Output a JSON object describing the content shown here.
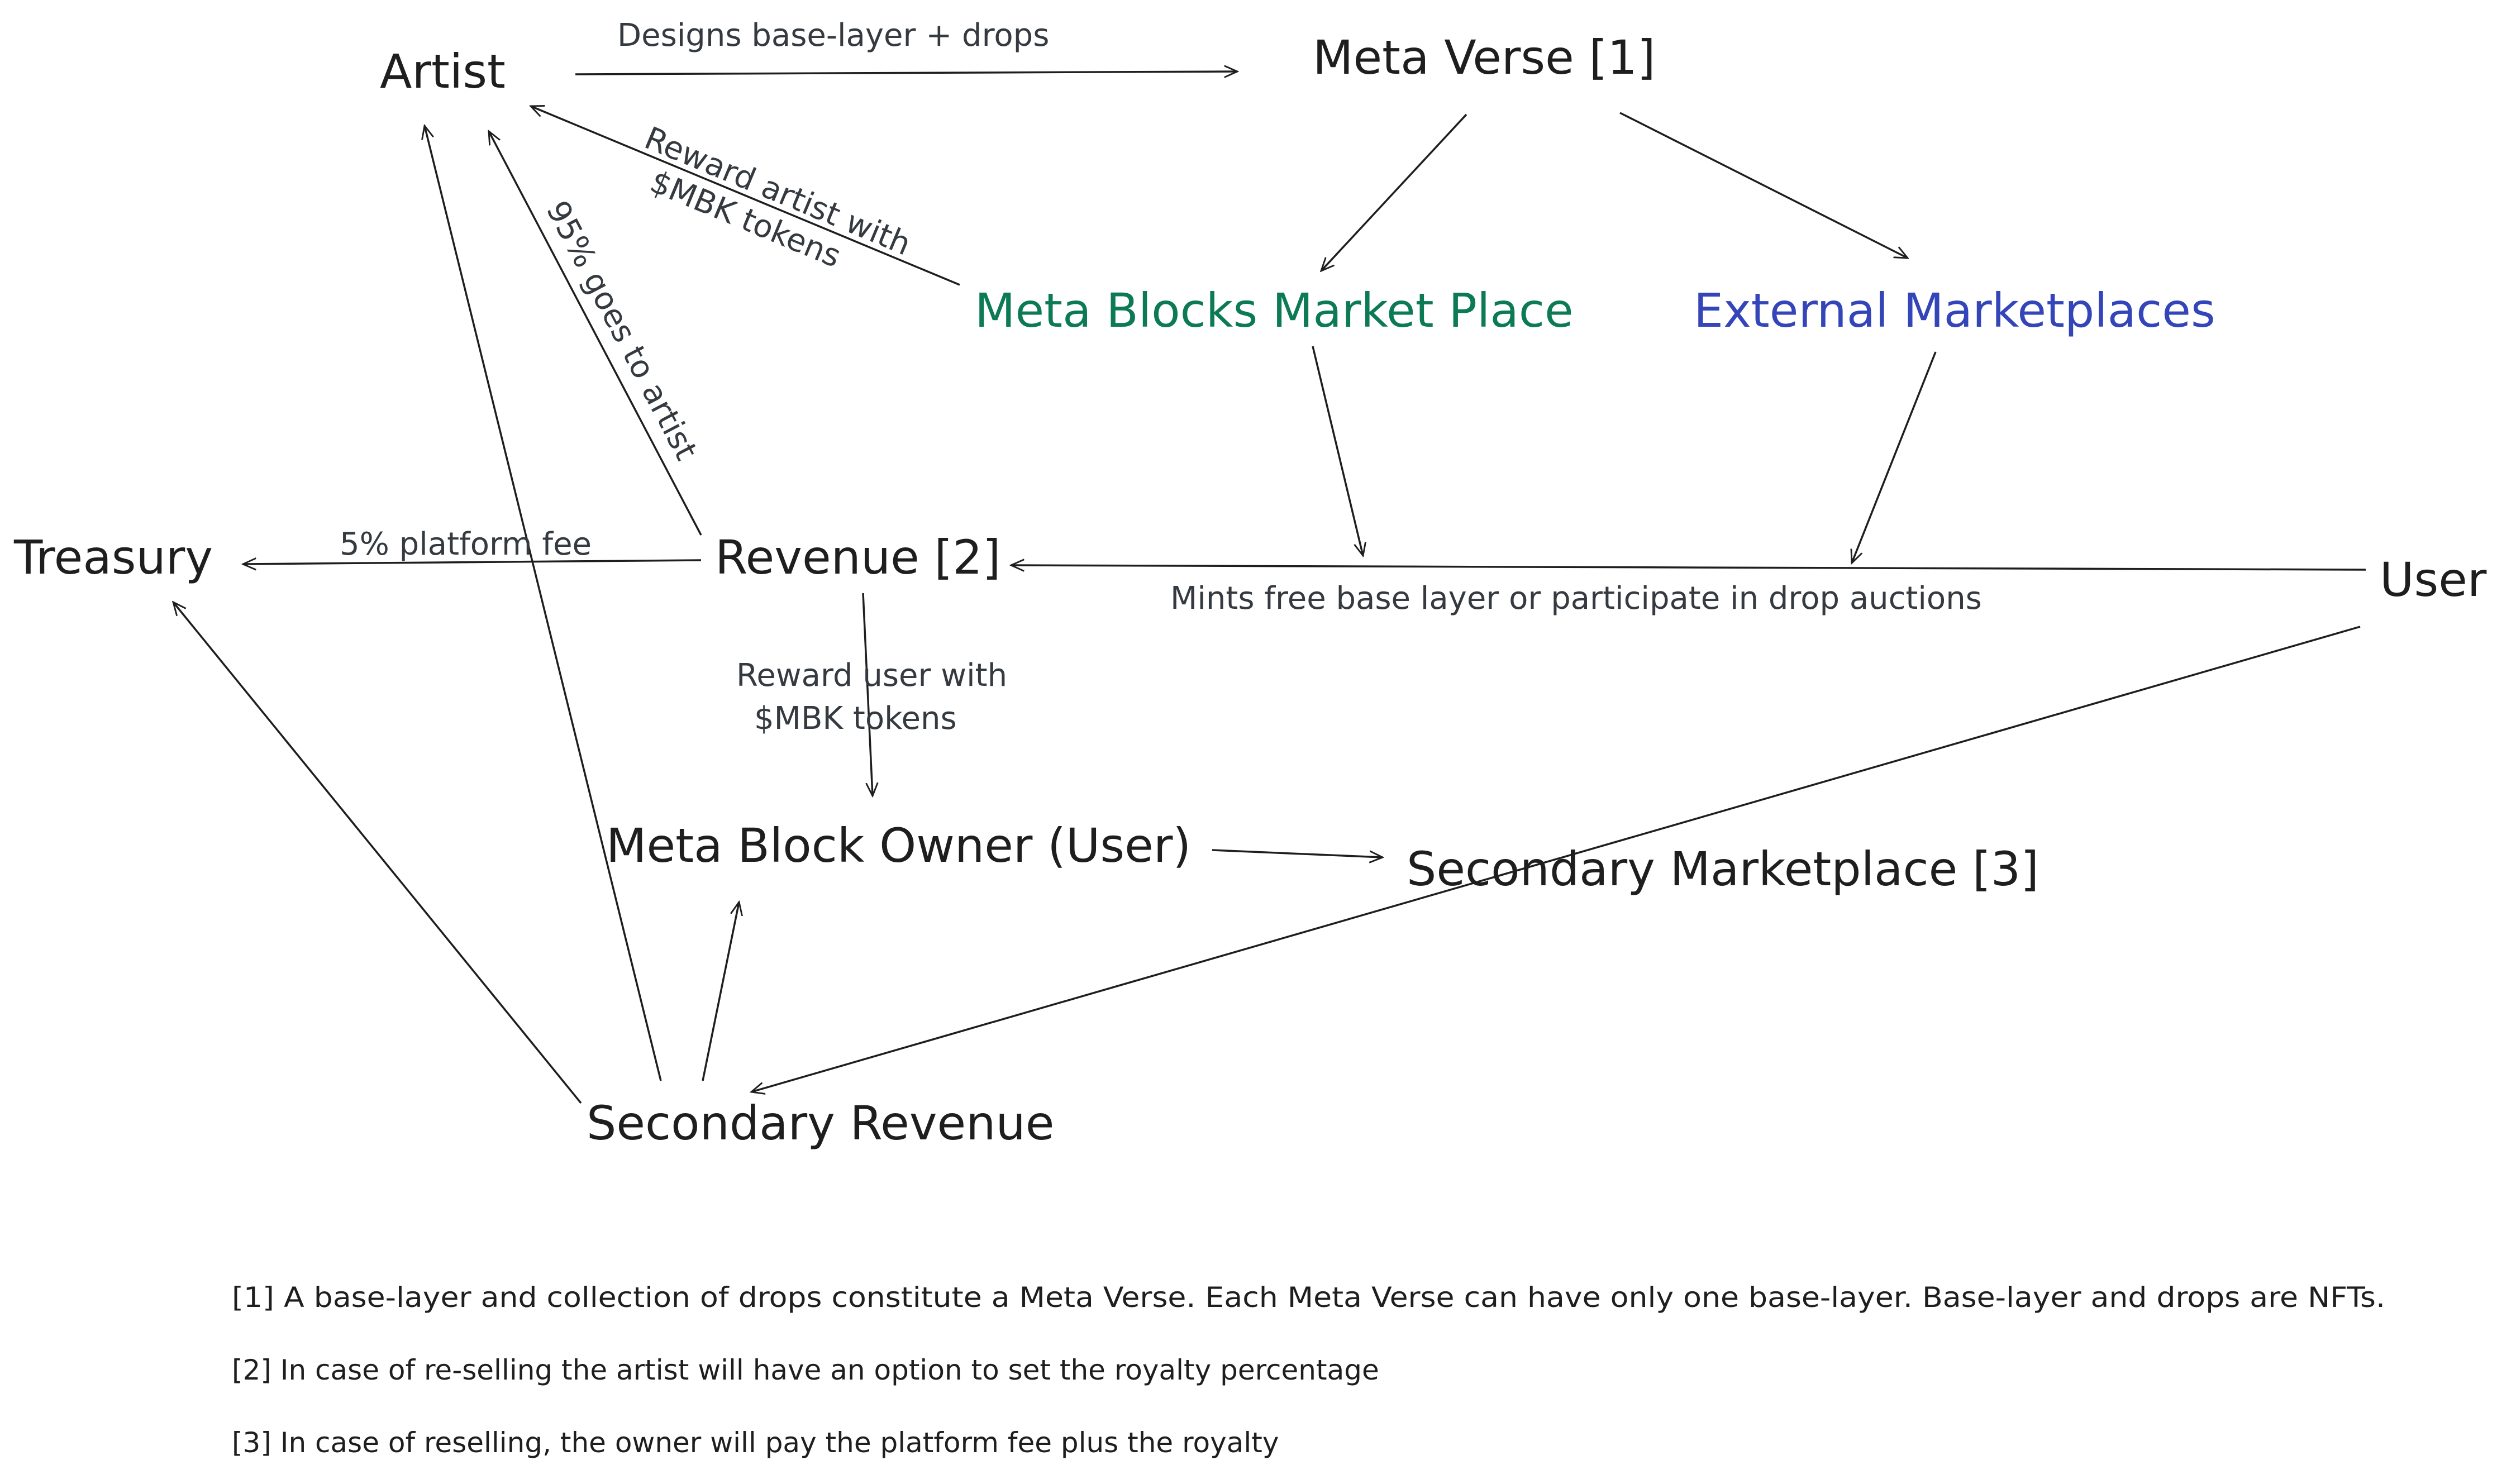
{
  "nodes": {
    "artist": "Artist",
    "meta_verse": "Meta Verse [1]",
    "meta_blocks_market": "Meta Blocks Market Place",
    "external_marketplaces": "External Marketplaces",
    "treasury": "Treasury",
    "revenue": "Revenue [2]",
    "user": "User",
    "meta_block_owner": "Meta Block Owner (User)",
    "secondary_marketplace": "Secondary Marketplace [3]",
    "secondary_revenue": "Secondary Revenue"
  },
  "edge_labels": {
    "designs": "Designs base-layer + drops",
    "reward_artist_1": "Reward artist with",
    "reward_artist_2": "$MBK tokens",
    "goes_to_artist": "95% goes to artist",
    "platform_fee": "5% platform fee",
    "mints": "Mints free base layer or participate in drop auctions",
    "reward_user_1": "Reward user with",
    "reward_user_2": "$MBK  tokens"
  },
  "notes": [
    "[1] A base-layer and collection of drops constitute a Meta Verse. Each Meta Verse can have only one base-layer. Base-layer and drops are NFTs.",
    "[2] In case of re-selling the artist will have an option to set the royalty percentage",
    "[3] In case of reselling, the owner will pay the platform fee plus the royalty"
  ],
  "colors": {
    "text": "#1e1e1e",
    "label": "#343a40",
    "meta_blocks_market": "#0b7a55",
    "external_marketplaces": "#3345b8",
    "background": "#ffffff"
  }
}
